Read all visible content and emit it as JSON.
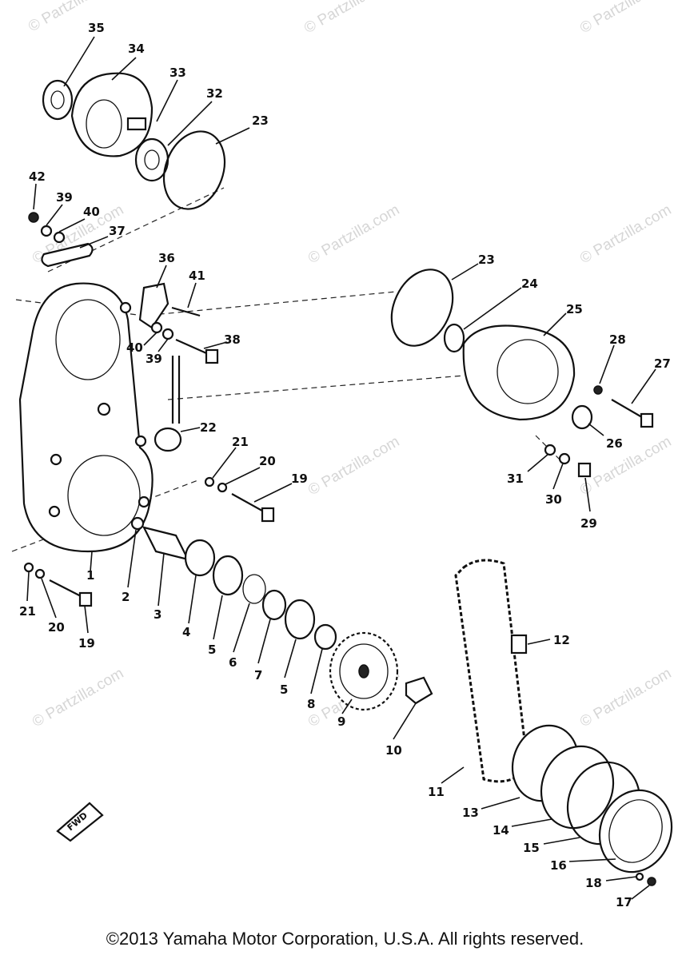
{
  "watermark": "© Partzilla.com",
  "copyright": "©2013 Yamaha Motor Corporation, U.S.A. All rights reserved.",
  "front_marker": "FWD",
  "callouts": [
    "35",
    "34",
    "33",
    "32",
    "23",
    "42",
    "39",
    "40",
    "37",
    "36",
    "41",
    "40",
    "39",
    "38",
    "22",
    "23",
    "24",
    "25",
    "28",
    "27",
    "26",
    "21",
    "20",
    "19",
    "31",
    "30",
    "29",
    "1",
    "2",
    "3",
    "4",
    "5",
    "6",
    "7",
    "5",
    "8",
    "9",
    "10",
    "12",
    "11",
    "13",
    "14",
    "15",
    "16",
    "18",
    "17",
    "21",
    "20",
    "19"
  ]
}
